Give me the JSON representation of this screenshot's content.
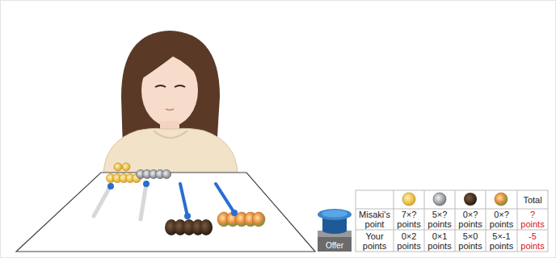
{
  "diagram": {
    "nodes": [
      {
        "text": [
          "Offer"
        ]
      }
    ],
    "labels": [
      "Total",
      "Misaki's point",
      "7×? points",
      "5×? points",
      "0×? points",
      "0×? points",
      "? points",
      "Your points",
      "0×2 points",
      "0×1 points",
      "5×0 points",
      "5×-1 points",
      "-5 points"
    ]
  }
}
